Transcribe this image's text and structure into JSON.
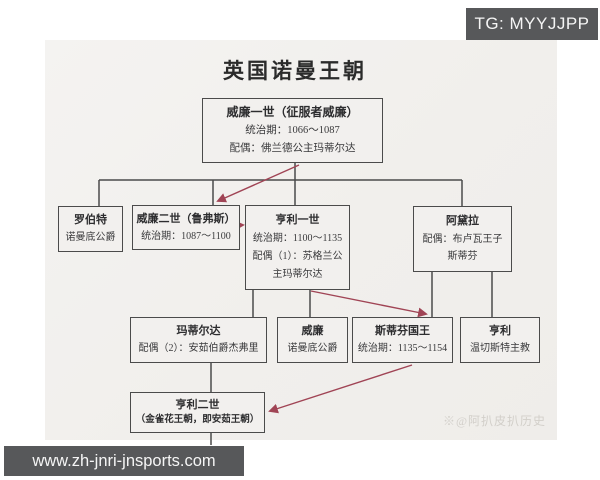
{
  "overlays": {
    "tg_badge": "TG: MYYJJPP",
    "url_bar": "www.zh-jnri-jnsports.com"
  },
  "diagram": {
    "title": "英国诺曼王朝",
    "watermark": "※@阿扒皮扒历史",
    "accent_color": "#a04455",
    "line_color": "#4b4b4b",
    "overlay_color": "#57585a",
    "nodes": {
      "william1": {
        "lines": [
          "威廉一世（征服者威廉）",
          "统治期：1066～1087",
          "配偶：佛兰德公主玛蒂尔达"
        ]
      },
      "robert": {
        "lines": [
          "罗伯特",
          "诺曼底公爵"
        ]
      },
      "william2": {
        "lines": [
          "威廉二世（鲁弗斯）",
          "统治期：1087～1100"
        ]
      },
      "henry1": {
        "lines": [
          "亨利一世",
          "统治期：1100～1135",
          "配偶（1）：苏格兰公",
          "主玛蒂尔达"
        ]
      },
      "adela": {
        "lines": [
          "阿黛拉",
          "配偶：布卢瓦王子",
          "斯蒂芬"
        ]
      },
      "matilda": {
        "lines": [
          "玛蒂尔达",
          "配偶（2）：安茹伯爵杰弗里"
        ]
      },
      "william_duke": {
        "lines": [
          "威廉",
          "诺曼底公爵"
        ]
      },
      "stephen_king": {
        "lines": [
          "斯蒂芬国王",
          "统治期：1135～1154"
        ]
      },
      "henry_bishop": {
        "lines": [
          "亨利",
          "温切斯特主教"
        ]
      },
      "henry2": {
        "lines": [
          "亨利二世",
          "（金雀花王朝，即安茹王朝）"
        ]
      }
    }
  }
}
